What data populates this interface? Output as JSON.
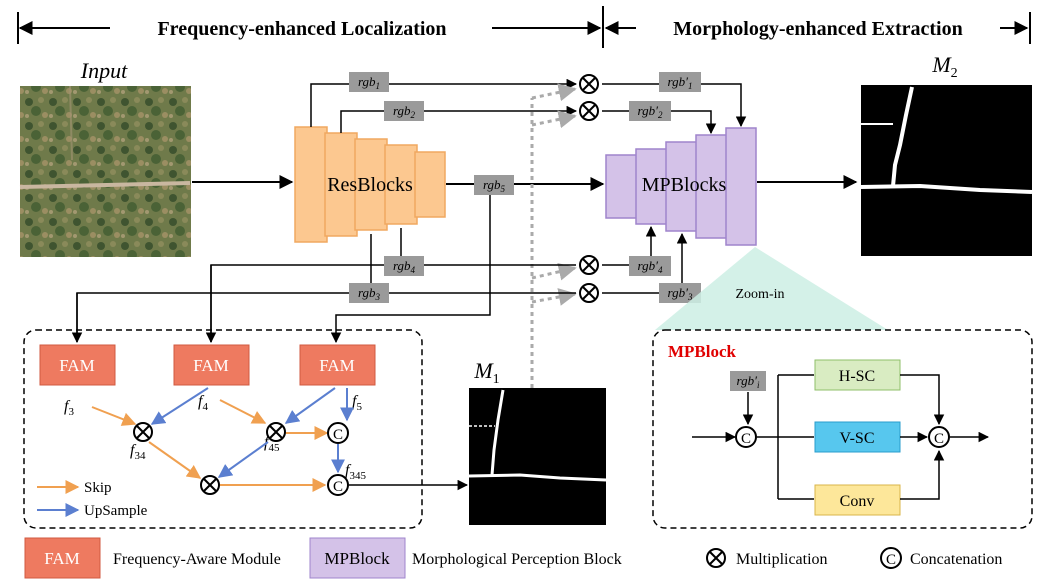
{
  "headers": {
    "left": "Frequency-enhanced Localization",
    "right": "Morphology-enhanced Extraction"
  },
  "labels": {
    "input": "Input",
    "m2": "M",
    "m2_sub": "2",
    "m1": "M",
    "m1_sub": "1",
    "resblocks": "ResBlocks",
    "mpblocks": "MPBlocks",
    "zoom_in": "Zoom-in"
  },
  "features": {
    "rgb1": "rgb",
    "rgb1_sub": "1",
    "rgb2": "rgb",
    "rgb2_sub": "2",
    "rgb3": "rgb",
    "rgb3_sub": "3",
    "rgb4": "rgb",
    "rgb4_sub": "4",
    "rgb5": "rgb",
    "rgb5_sub": "5",
    "rgbp1": "rgb′",
    "rgbp1_sub": "1",
    "rgbp2": "rgb′",
    "rgbp2_sub": "2",
    "rgbp3": "rgb′",
    "rgbp3_sub": "3",
    "rgbp4": "rgb′",
    "rgbp4_sub": "4",
    "rgbpi": "rgb′",
    "rgbpi_sub": "i"
  },
  "fam_panel": {
    "fam_label": "FAM",
    "f3": "f",
    "f3_sub": "3",
    "f4": "f",
    "f4_sub": "4",
    "f5": "f",
    "f5_sub": "5",
    "f34": "f",
    "f34_sub": "34",
    "f45": "f",
    "f45_sub": "45",
    "f345": "f",
    "f345_sub": "345",
    "legend_skip": "Skip",
    "legend_upsample": "UpSample"
  },
  "mpblock_panel": {
    "title": "MPBlock",
    "hsc": "H-SC",
    "vsc": "V-SC",
    "conv": "Conv"
  },
  "legend": {
    "fam_box": "FAM",
    "fam_text": "Frequency-Aware Module",
    "mp_box": "MPBlock",
    "mp_text": "Morphological Perception Block",
    "mult_text": "Multiplication",
    "concat_text": "Concatenation",
    "concat_symbol": "C"
  },
  "colors": {
    "resblock_fill": "#fcc890",
    "resblock_stroke": "#f0a860",
    "mpblock_fill": "#d4c2e8",
    "mpblock_stroke": "#9f84cc",
    "fam_fill": "#ee7a60",
    "fam_stroke": "#d05a40",
    "skip_arrow": "#f0a050",
    "upsample_arrow": "#5b7fd0",
    "hsc_fill": "#d9ecc2",
    "vsc_fill": "#57c7ee",
    "conv_fill": "#fde79a",
    "zoom_fill": "#cdeee4",
    "tag_fill": "#9a9a9a",
    "mpblock_title": "#e00000"
  },
  "icons": [
    "multiplication-icon",
    "concatenation-icon"
  ]
}
